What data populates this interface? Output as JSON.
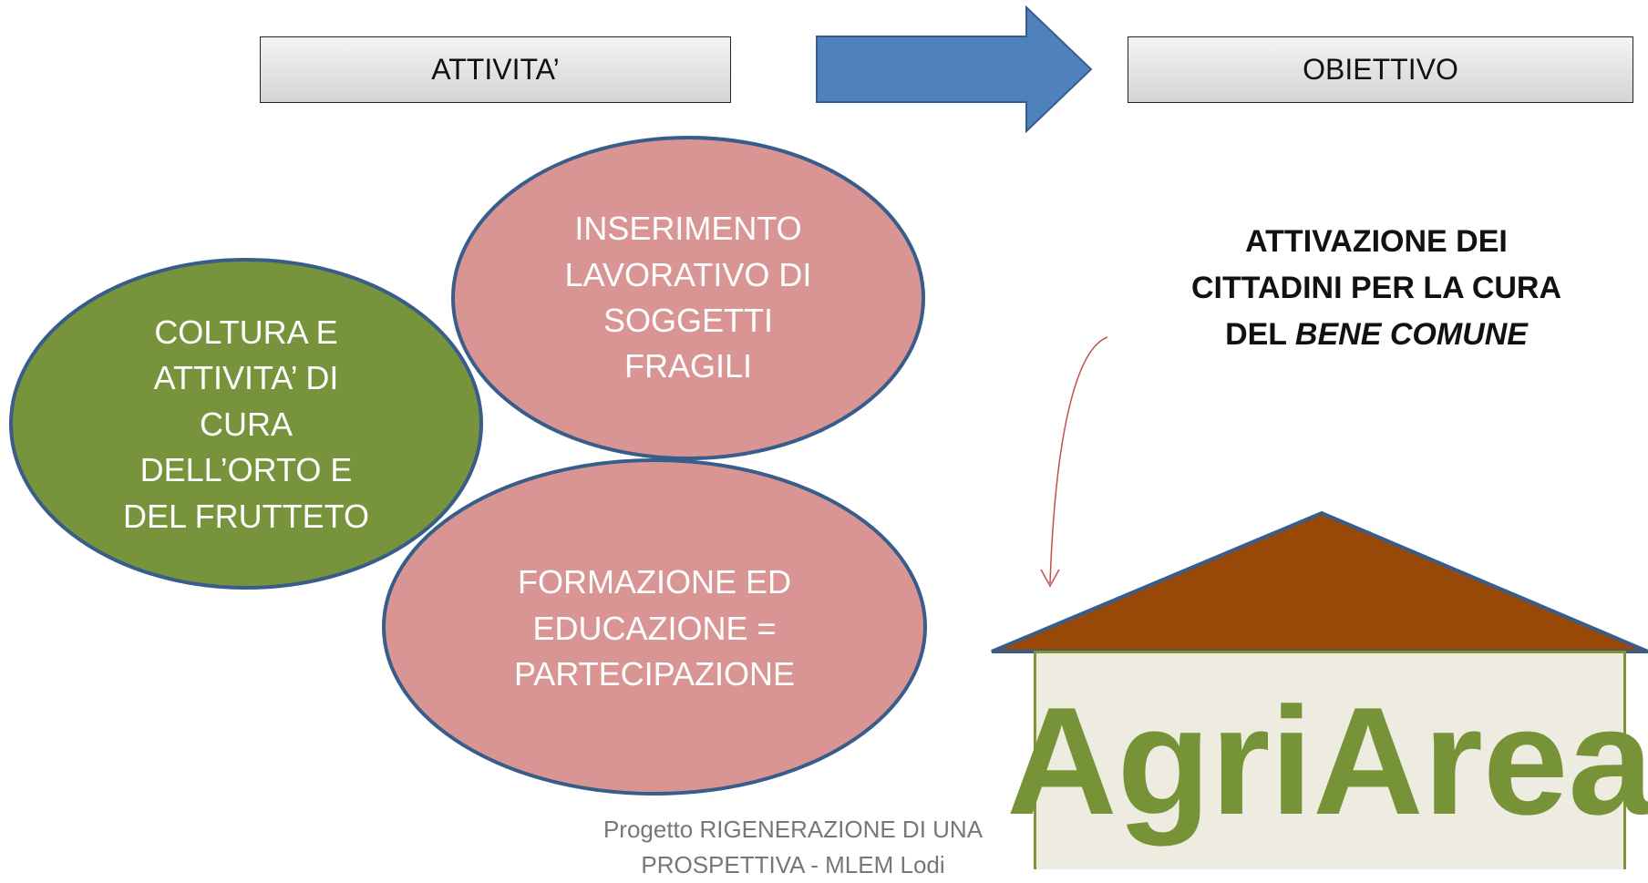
{
  "header": {
    "activities_label": "ATTIVITA’",
    "objective_label": "OBIETTIVO"
  },
  "activities": {
    "inserimento": "INSERIMENTO LAVORATIVO DI SOGGETTI FRAGILI",
    "coltura": "COLTURA E ATTIVITA’ DI CURA DELL’ORTO E DEL FRUTTETO",
    "formazione": "FORMAZIONE ED EDUCAZIONE = PARTECIPAZIONE"
  },
  "objective": {
    "line_1": "ATTIVAZIONE DEI CITTADINI  PER LA CURA DEL",
    "emphasis": "BENE COMUNE"
  },
  "brand": "AgriArea",
  "footer": "Progetto RIGENERAZIONE DI UNA PROSPETTIVA - MLEM Lodi",
  "colors": {
    "arrow_blue": "#4f81bd",
    "pink_ellipse": "#d99594",
    "green_ellipse": "#77933c",
    "roof_brown": "#984807",
    "wall_green": "#77933c",
    "connector_red": "#c0504d"
  }
}
